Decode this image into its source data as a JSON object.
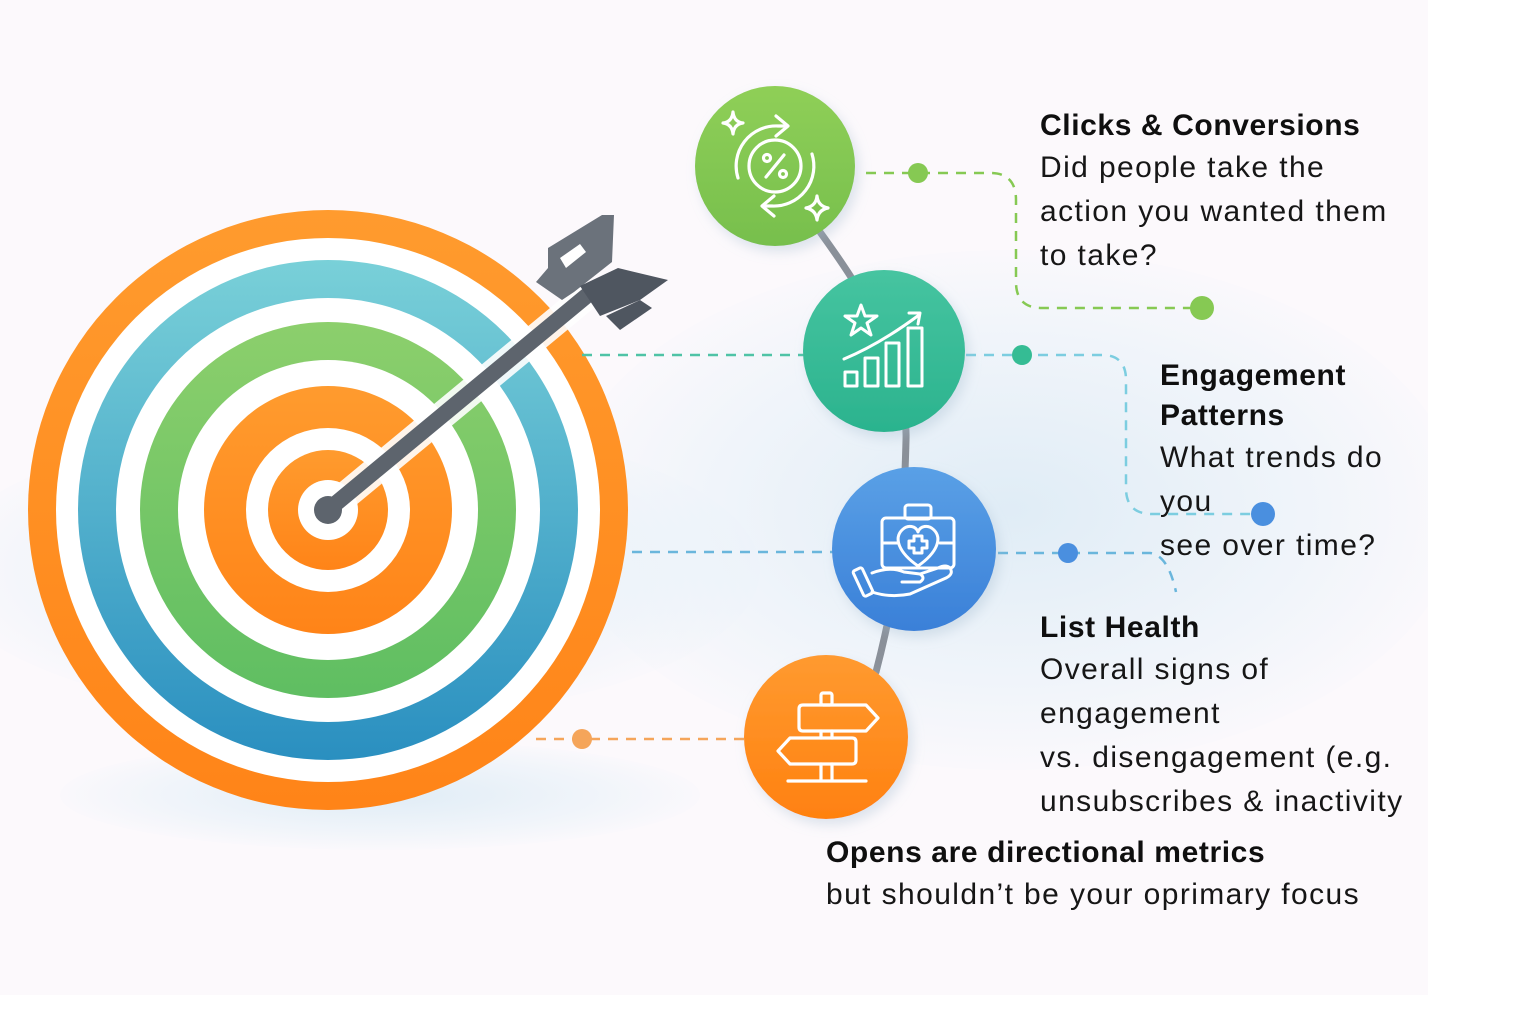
{
  "colors": {
    "background": "#fcf9fc",
    "orange": "#ff8c1f",
    "teal_light": "#6fcbd6",
    "teal_dark": "#2f93be",
    "green": "#7cc55c",
    "arrow": "#5f6670",
    "step1_green": "#86c953",
    "step2_teal": "#35bc94",
    "step3_blue": "#4a8fdf",
    "step4_orange": "#ff8a1f",
    "connector_green": "#86c953",
    "connector_teal": "#5cc8b5",
    "connector_blue": "#6ab6dc",
    "connector_orange": "#f5a55a"
  },
  "target": {
    "icon": "bullseye-target-with-arrow-icon"
  },
  "steps": [
    {
      "icon": "percent-cycle-arrows-icon",
      "title": "Clicks & Conversions",
      "description_lines": [
        "Did people take the",
        "action you wanted them",
        "to take?"
      ]
    },
    {
      "icon": "rising-bar-chart-star-icon",
      "title": "Engagement Patterns",
      "description_lines": [
        "What trends do you",
        "see over time?"
      ]
    },
    {
      "icon": "hand-medical-kit-heart-icon",
      "title": "List Health",
      "description_lines": [
        "Overall signs of engagement",
        "vs. disengagement (e.g.",
        "unsubscribes & inactivity"
      ]
    },
    {
      "icon": "signpost-directions-icon",
      "title": "Opens are directional metrics",
      "description_lines": [
        "but shouldn’t be your oprimary focus"
      ]
    }
  ]
}
